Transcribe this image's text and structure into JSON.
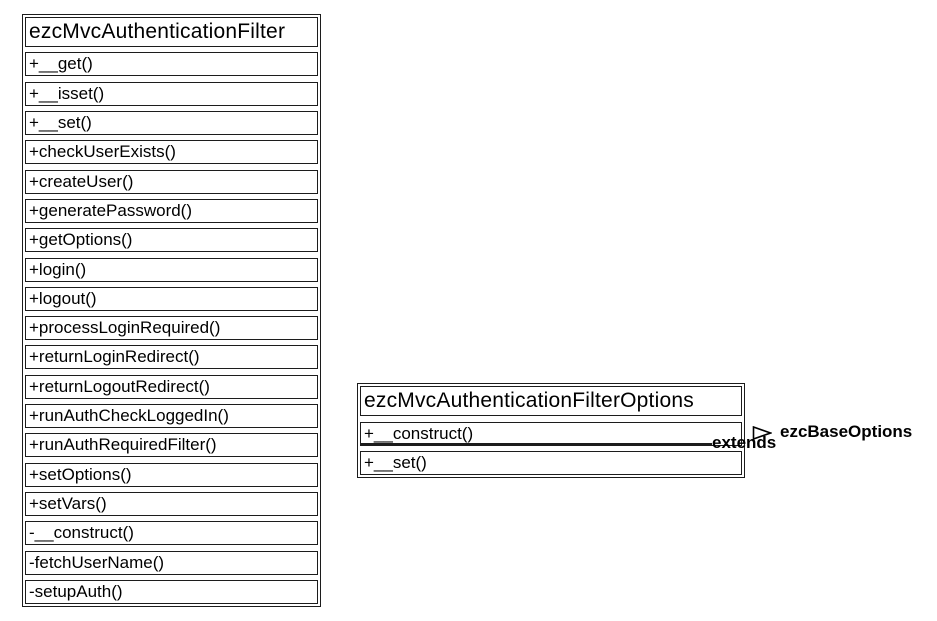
{
  "diagram": {
    "background_color": "#ffffff",
    "border_color": "#1c1c1c",
    "text_color": "#000000",
    "classes": [
      {
        "name": "ezcMvcAuthenticationFilter",
        "methods": [
          "+__get()",
          "+__isset()",
          "+__set()",
          "+checkUserExists()",
          "+createUser()",
          "+generatePassword()",
          "+getOptions()",
          "+login()",
          "+logout()",
          "+processLoginRequired()",
          "+returnLoginRedirect()",
          "+returnLogoutRedirect()",
          "+runAuthCheckLoggedIn()",
          "+runAuthRequiredFilter()",
          "+setOptions()",
          "+setVars()",
          "-__construct()",
          "-fetchUserName()",
          "-setupAuth()"
        ]
      },
      {
        "name": "ezcMvcAuthenticationFilterOptions",
        "methods": [
          "+__construct()",
          "+__set()"
        ]
      }
    ],
    "relationship": {
      "label": "extends",
      "target": "ezcBaseOptions",
      "arrow_icon": "open-triangle-right-icon"
    }
  }
}
